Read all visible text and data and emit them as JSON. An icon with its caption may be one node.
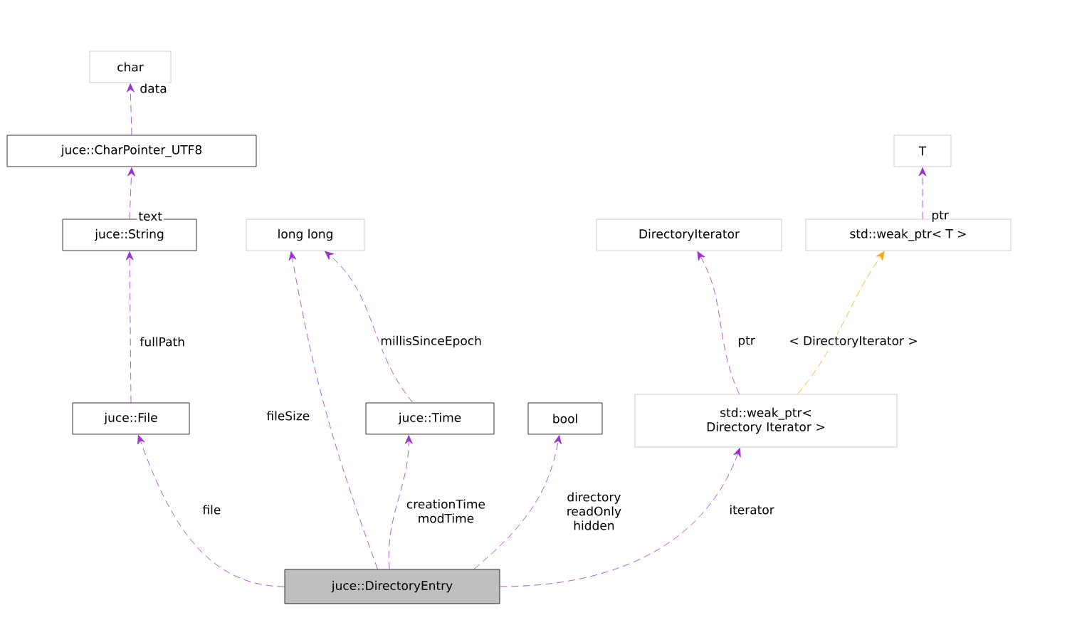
{
  "diagram": {
    "nodes": [
      {
        "text": [
          "char"
        ]
      },
      {
        "text": [
          "juce::CharPointer_UTF8"
        ]
      },
      {
        "text": [
          "T"
        ]
      },
      {
        "text": [
          "juce::String"
        ]
      },
      {
        "text": [
          "long long"
        ]
      },
      {
        "text": [
          "DirectoryIterator"
        ]
      },
      {
        "text": [
          "std::weak_ptr< T >"
        ]
      },
      {
        "text": [
          "juce::File"
        ]
      },
      {
        "text": [
          "juce::Time"
        ]
      },
      {
        "text": [
          "bool"
        ]
      },
      {
        "text": [
          "std::weak_ptr< Directory Iterator >"
        ]
      },
      {
        "text": [
          "juce::DirectoryEntry"
        ]
      }
    ],
    "edges": [
      {
        "from": 1,
        "to": 0,
        "arrow": "to",
        "label": "data",
        "style": "dashed"
      },
      {
        "from": 3,
        "to": 1,
        "arrow": "to",
        "label": "text",
        "style": "dashed"
      },
      {
        "from": 7,
        "to": 3,
        "arrow": "to",
        "label": "fullPath",
        "style": "dashed"
      },
      {
        "from": 11,
        "to": 7,
        "arrow": "to",
        "label": "file",
        "style": "dashed"
      },
      {
        "from": 11,
        "to": 4,
        "arrow": "to",
        "label": "fileSize",
        "style": "dashed"
      },
      {
        "from": 8,
        "to": 4,
        "arrow": "to",
        "label": "millisSinceEpoch",
        "style": "dashed"
      },
      {
        "from": 11,
        "to": 8,
        "arrow": "to",
        "label": "creationTime modTime",
        "style": "dashed"
      },
      {
        "from": 11,
        "to": 9,
        "arrow": "to",
        "label": "directory readOnly hidden",
        "style": "dashed"
      },
      {
        "from": 11,
        "to": 10,
        "arrow": "to",
        "label": "iterator",
        "style": "dashed"
      },
      {
        "from": 10,
        "to": 5,
        "arrow": "to",
        "label": "ptr",
        "style": "dashed"
      },
      {
        "from": 6,
        "to": 2,
        "arrow": "to",
        "label": "ptr",
        "style": "dashed"
      },
      {
        "from": 10,
        "to": 6,
        "arrow": "to",
        "label": "< DirectoryIterator >",
        "style": "dashed",
        "color": "#ffa500"
      }
    ]
  }
}
